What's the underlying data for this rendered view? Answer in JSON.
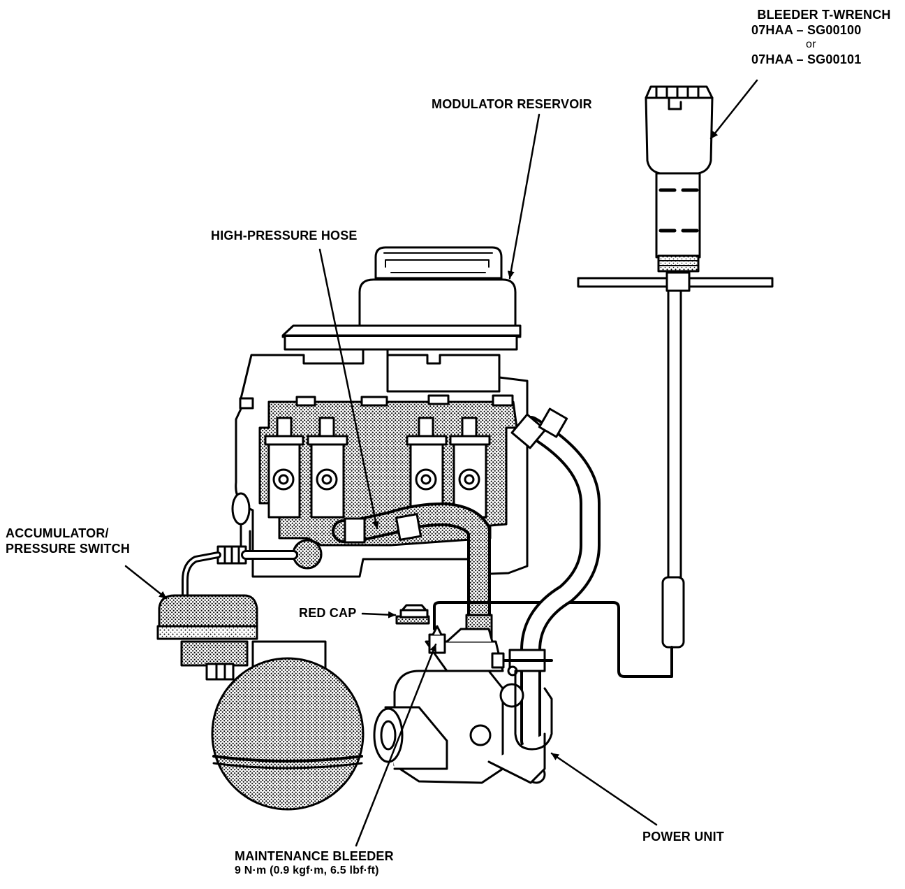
{
  "labels": {
    "bleeder_wrench": {
      "line1": "BLEEDER T-WRENCH",
      "line2": "07HAA – SG00100",
      "line3": "or",
      "line4": "07HAA – SG00101"
    },
    "modulator_reservoir": "MODULATOR RESERVOIR",
    "high_pressure_hose": "HIGH-PRESSURE HOSE",
    "accumulator": {
      "line1": "ACCUMULATOR/",
      "line2": "PRESSURE SWITCH"
    },
    "red_cap": "RED CAP",
    "power_unit": "POWER UNIT",
    "maintenance_bleeder": {
      "line1": "MAINTENANCE BLEEDER",
      "line2": "9 N·m (0.9 kgf·m, 6.5 lbf·ft)"
    }
  },
  "colors": {
    "ink": "#000000",
    "fill": "#ffffff",
    "shade": "#8a8a8a"
  }
}
